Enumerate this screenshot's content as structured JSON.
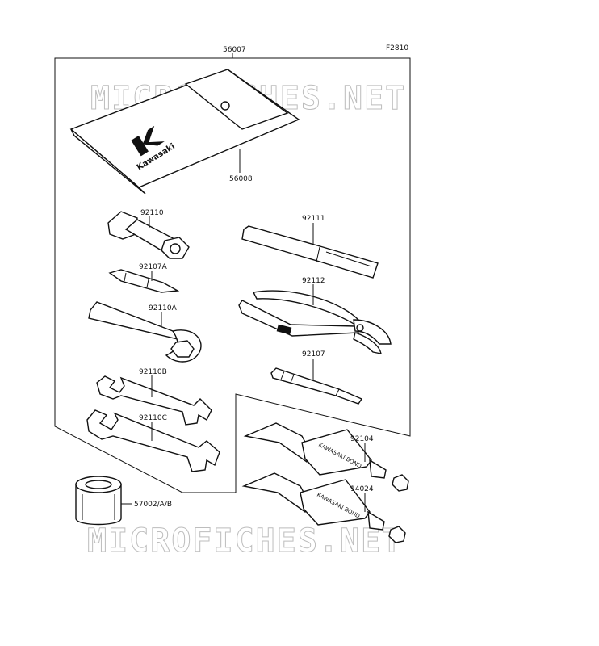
{
  "figure_code": "F2810",
  "watermark_text": "MICROFICHES.NET",
  "pouch_brand": "Kawasaki",
  "tube_label": "KAWASAKI BOND",
  "parts": {
    "set": "56007",
    "pouch": "56008",
    "box_wrench": "92110",
    "screwdriver_bit": "92107A",
    "ring_wrench": "92110A",
    "open_wrench_small": "92110B",
    "open_wrench_large": "92110C",
    "handle": "92111",
    "pliers": "92112",
    "screwdriver": "92107",
    "bond_tube_1": "92104",
    "bond_tube_2": "14024",
    "oil_filter": "57002/A/B"
  }
}
